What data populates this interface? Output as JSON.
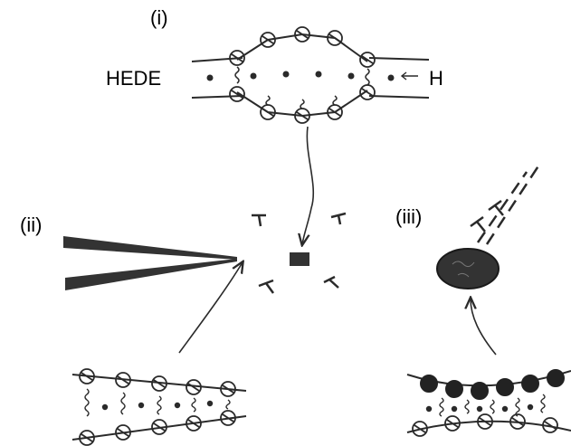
{
  "labels": {
    "panel_i": "(i)",
    "panel_ii": "(ii)",
    "panel_iii": "(iii)",
    "hede": "HEDE",
    "h": "H"
  },
  "colors": {
    "ink": "#2a2a2a",
    "fill_dark": "#333333",
    "background": "#ffffff"
  },
  "icons": {
    "dislocation_symbol": "perpendicular-T",
    "tip": "wedge",
    "platelet": "dark-ellipse",
    "cluster": "dark-square"
  }
}
